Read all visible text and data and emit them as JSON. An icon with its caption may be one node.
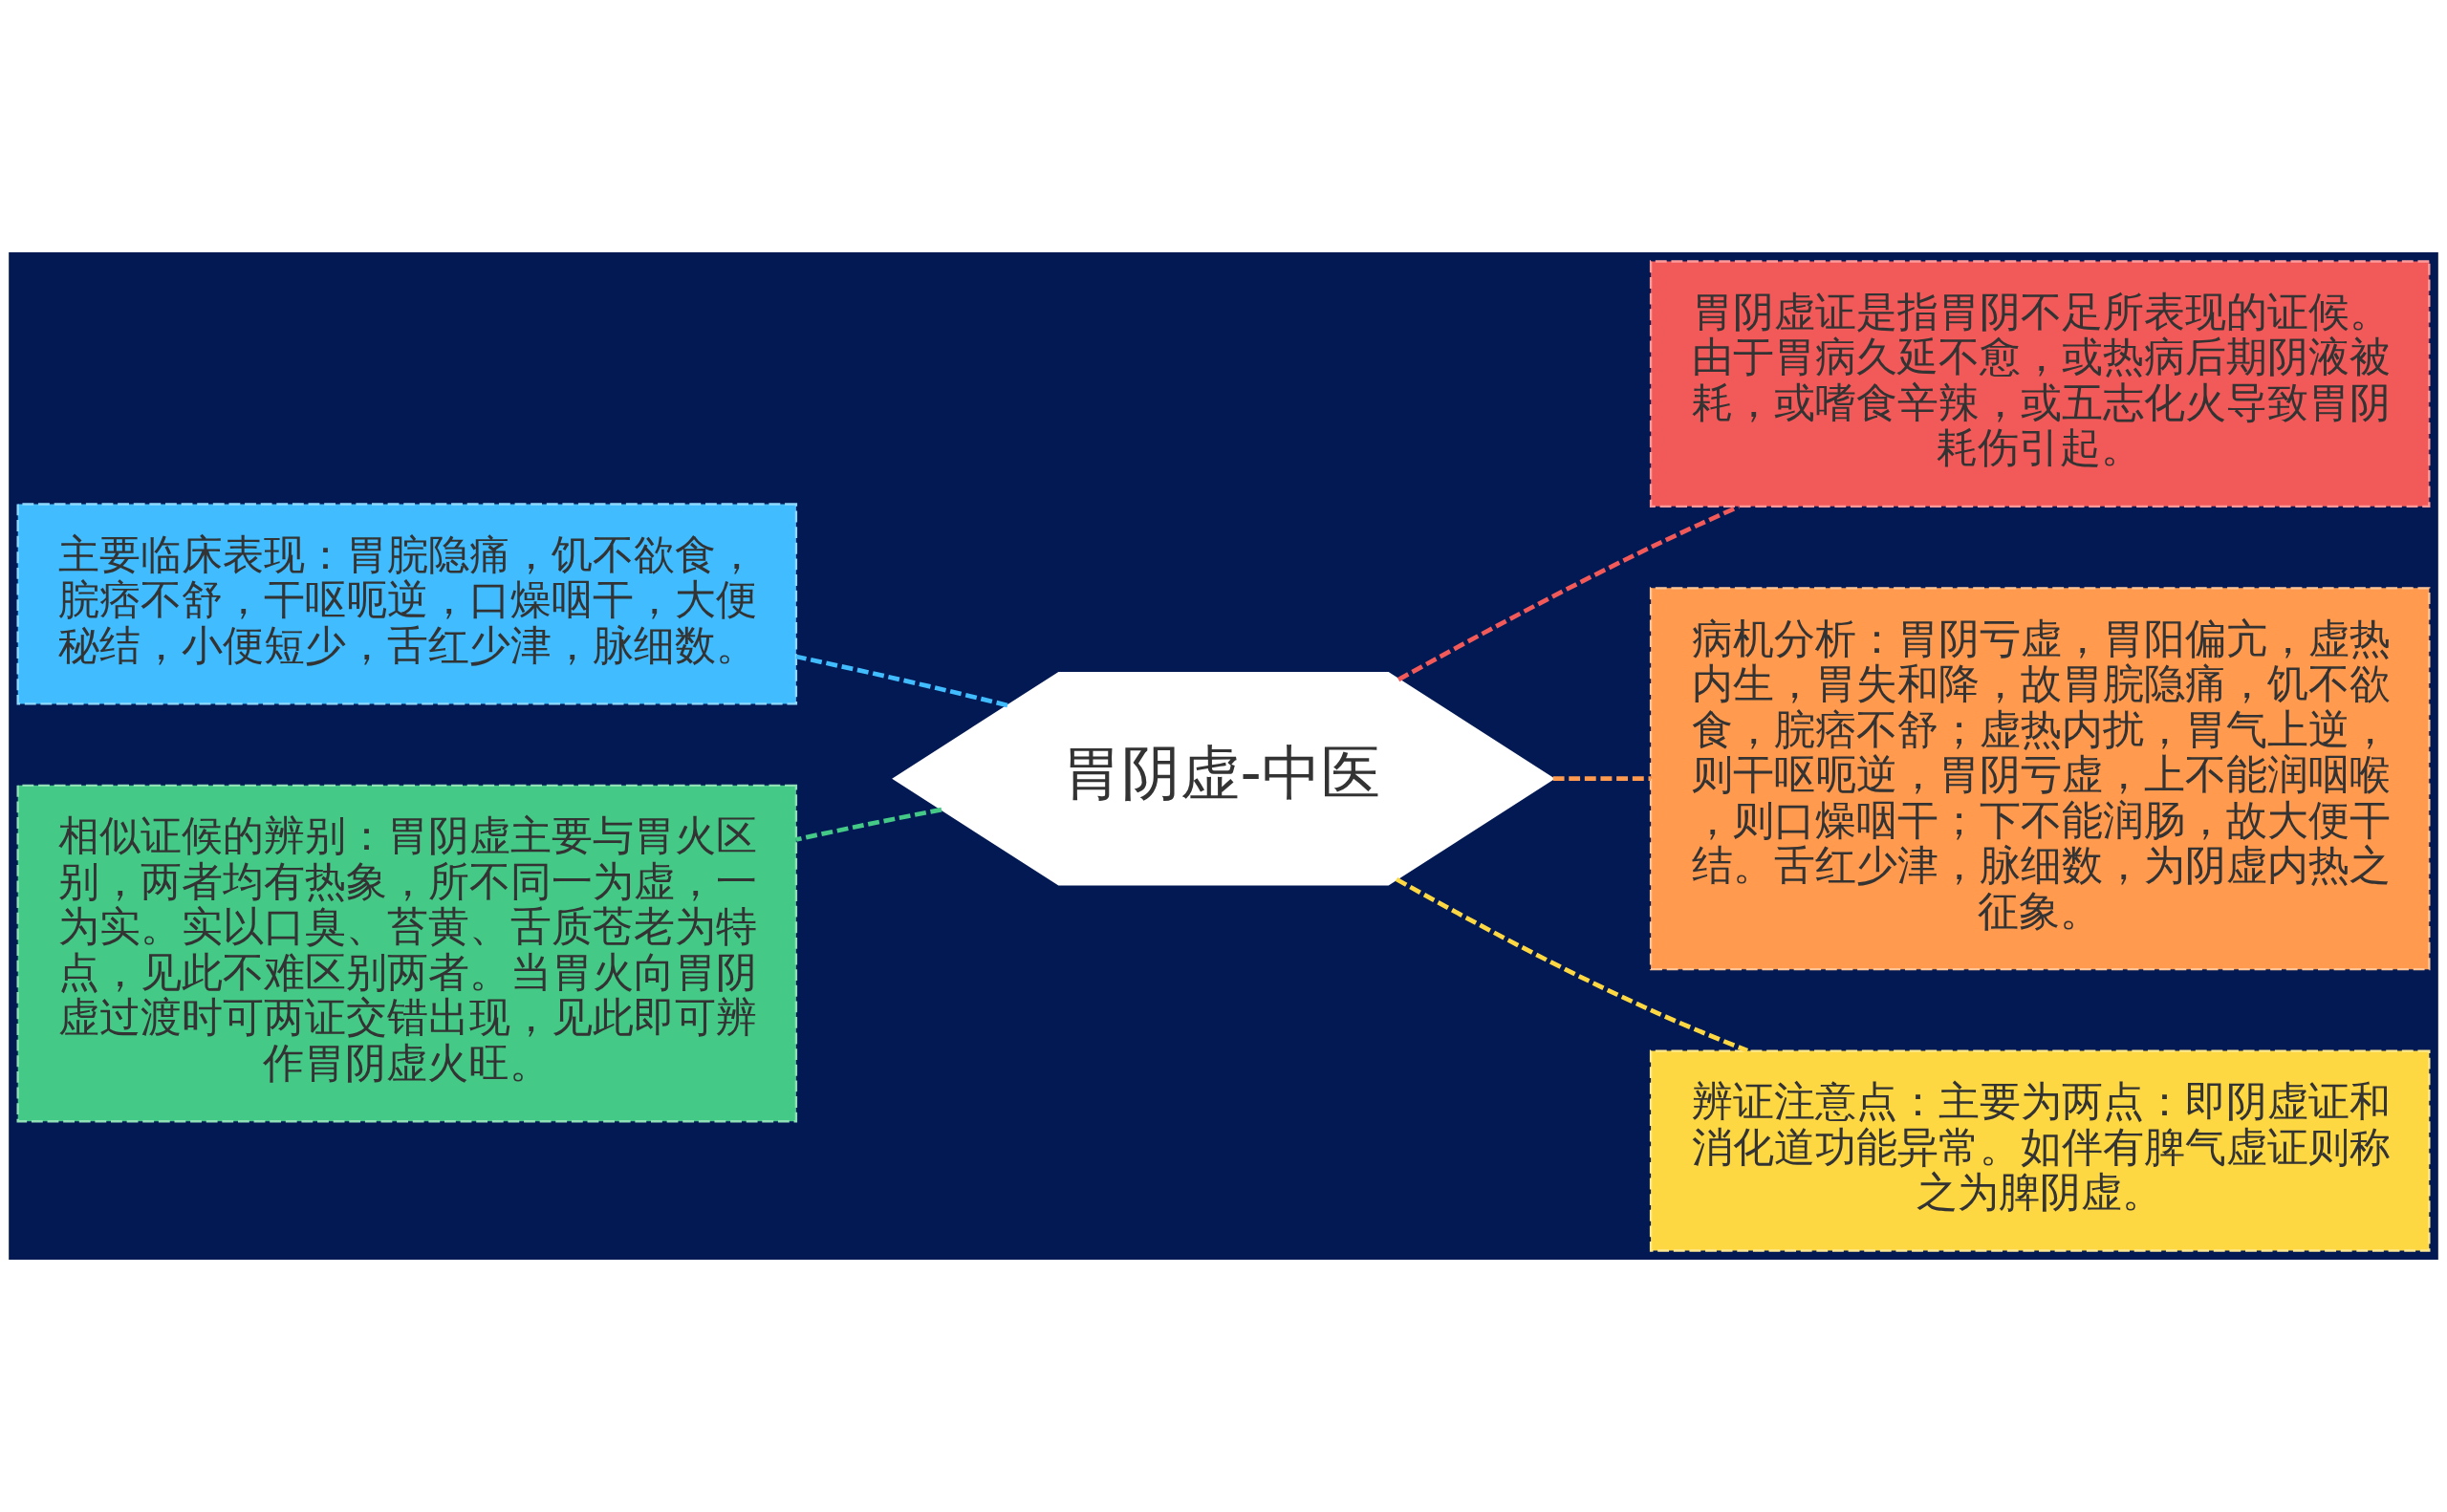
{
  "diagram": {
    "nodes": [
      {
        "text": [
          "胃阴虚-中医"
        ]
      },
      {
        "text": [
          "主要临床表现：胃脘隐痛，饥不欲食，脘痞不舒，干呕呃逆，口燥咽干，大便秘结，小便短少，舌红少津，脉细数。"
        ]
      },
      {
        "text": [
          "相似证候的辨别：胃阴虚主要与胃火区别，两者均有热象，所不同一为虚，一为实。实以口臭、苔黄、舌质苍老为特点，见此不难区别两者。当胃火向胃阴虚过渡时可两证交错出现，见此即可辨作胃阴虚火旺。"
        ]
      },
      {
        "text": [
          "胃阴虚证是指胃阴不足所表现的证候。由于胃病久延不愈，或热病后期阴液被耗，或嗜食辛辣，或五志化火导致胃阴耗伤引起。"
        ]
      },
      {
        "text": [
          "病机分析：胃阴亏虚，胃阳偏亢，虚热内生，胃失和降，故胃脘隐痛，饥不欲食，脘痞不舒；虚热内扰，胃气上逆，则干呕呃逆，胃阴亏虚，上不能润咽喉，则口燥咽干；下不能润肠，故大便干结。舌红少津，脉细数，为阴虚内热之征象。"
        ]
      },
      {
        "text": [
          "辨证注意点：主要为两点：即阴虚证和消化道功能异常。如伴有脾气虚证则称之为脾阴虚。"
        ]
      }
    ],
    "edges": [
      {
        "from": 0,
        "to": 1,
        "arrow": "none",
        "style": "dashed",
        "color": "#40bcff"
      },
      {
        "from": 0,
        "to": 2,
        "arrow": "none",
        "style": "dashed",
        "color": "#45c987"
      },
      {
        "from": 0,
        "to": 3,
        "arrow": "none",
        "style": "dashed",
        "color": "#f25a5a"
      },
      {
        "from": 0,
        "to": 4,
        "arrow": "none",
        "style": "dashed",
        "color": "#ff9a4e"
      },
      {
        "from": 0,
        "to": 5,
        "arrow": "none",
        "style": "dashed",
        "color": "#fed843"
      }
    ]
  }
}
